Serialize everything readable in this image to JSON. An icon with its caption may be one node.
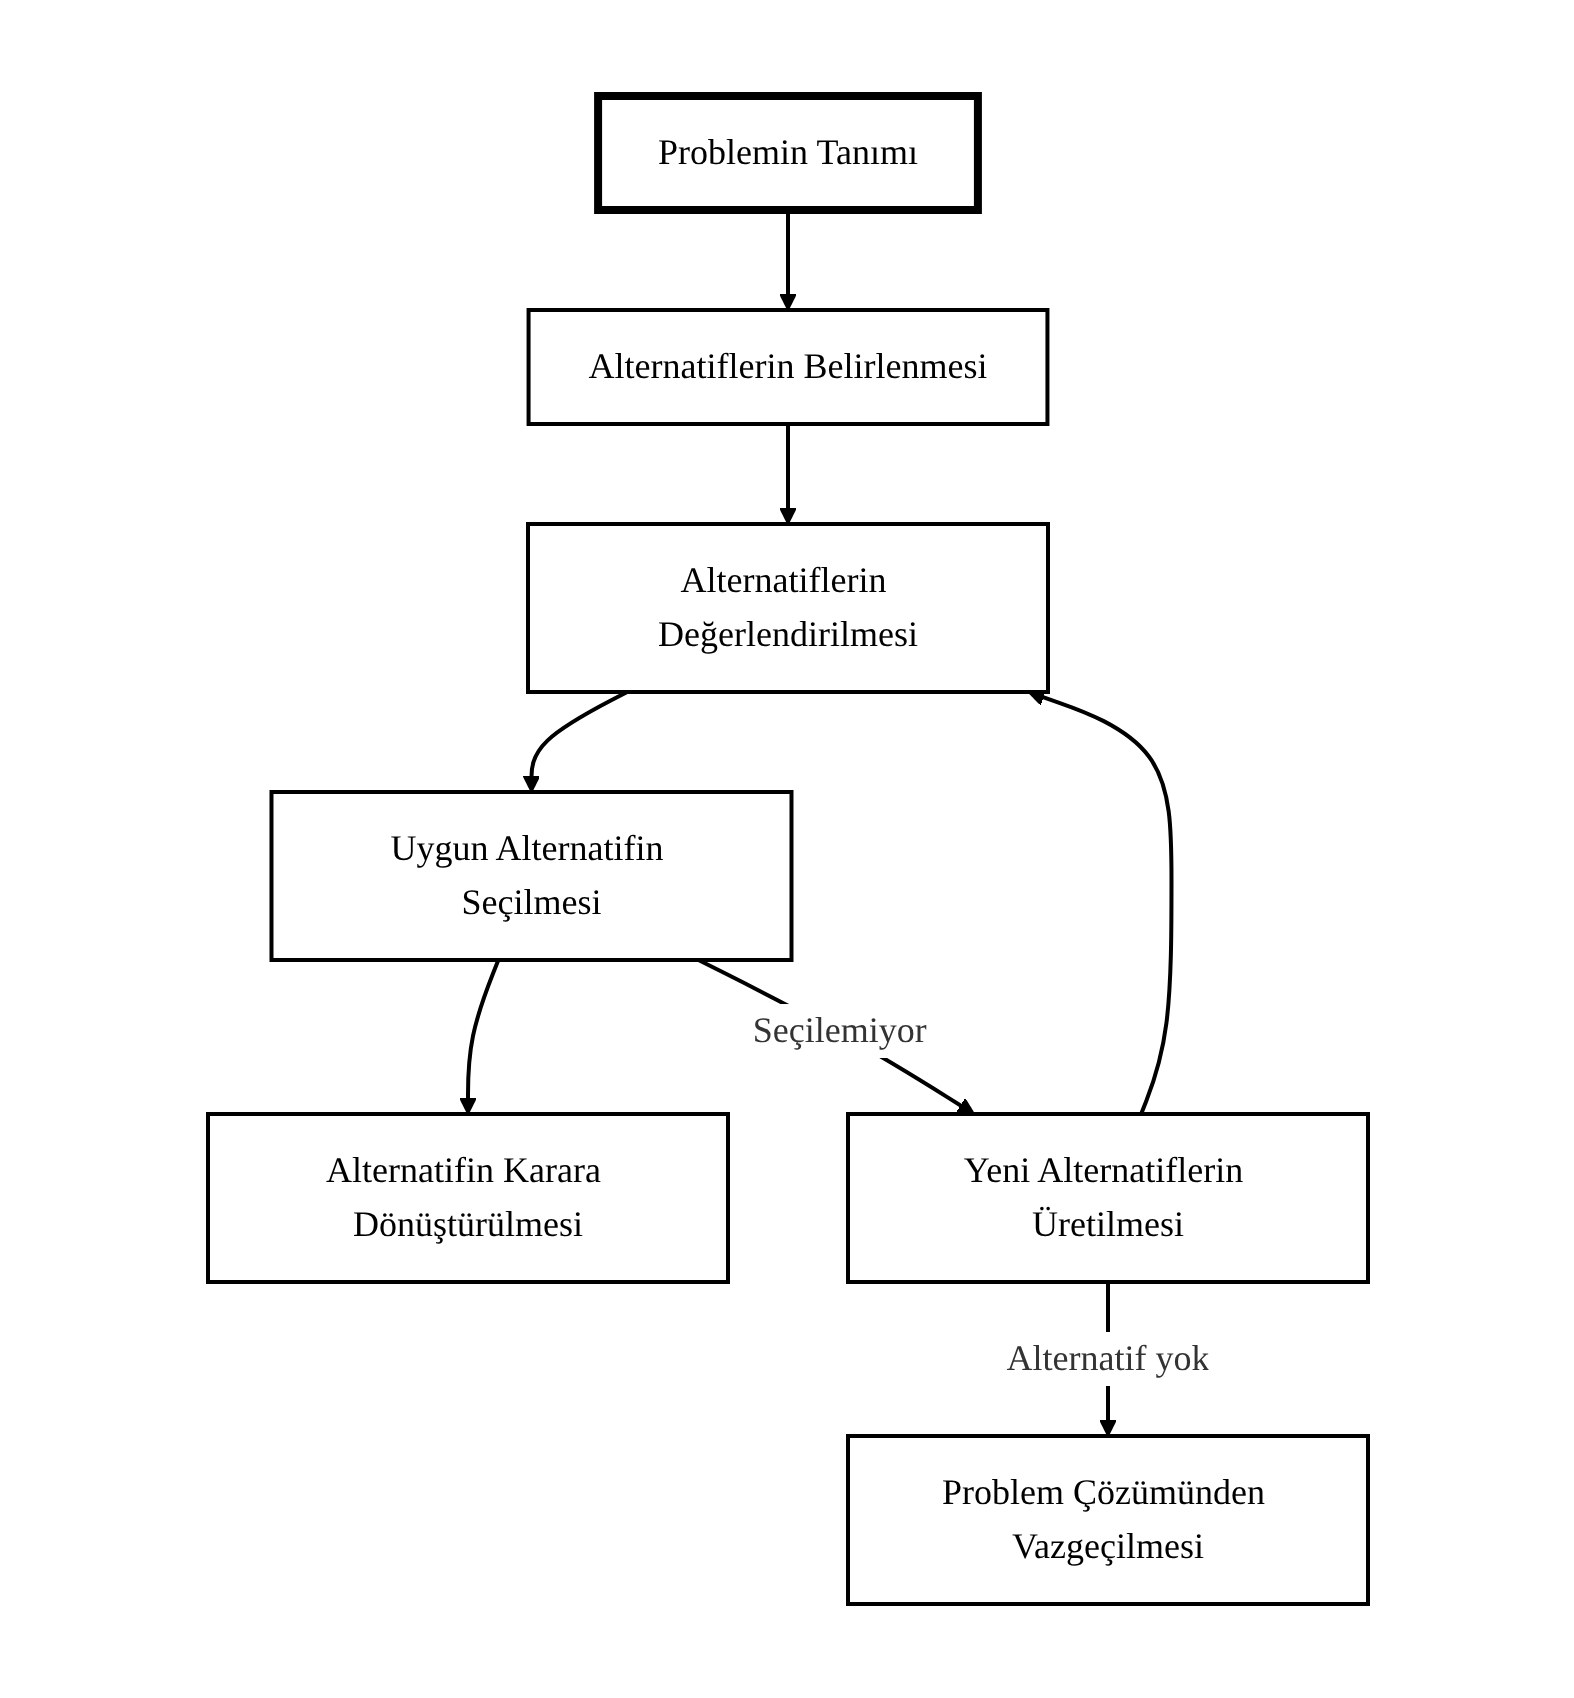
{
  "diagram": {
    "nodes": [
      {
        "text": [
          "Problemin Tanımı"
        ]
      },
      {
        "text": [
          "Alternatiflerin Belirlenmesi"
        ]
      },
      {
        "text": [
          "Alternatiflerin Değerlendirilmesi"
        ]
      },
      {
        "text": [
          "Uygun Alternatifin Seçilmesi"
        ]
      },
      {
        "text": [
          "Alternatifin Karara Dönüştürülmesi"
        ]
      },
      {
        "text": [
          "Yeni Alternatiflerin Üretilmesi"
        ]
      },
      {
        "text": [
          "Problem Çözümünden Vazgeçilmesi"
        ]
      }
    ],
    "edges": [
      {
        "from": 0,
        "to": 1,
        "arrow": "to"
      },
      {
        "from": 1,
        "to": 2,
        "arrow": "to"
      },
      {
        "from": 2,
        "to": 3,
        "arrow": "to"
      },
      {
        "from": 3,
        "to": 4,
        "arrow": "to"
      },
      {
        "from": 3,
        "to": 5,
        "arrow": "to",
        "label": "Seçilemiyor"
      },
      {
        "from": 5,
        "to": 2,
        "arrow": "to"
      },
      {
        "from": 5,
        "to": 6,
        "arrow": "to",
        "label": "Alternatif yok"
      }
    ]
  }
}
